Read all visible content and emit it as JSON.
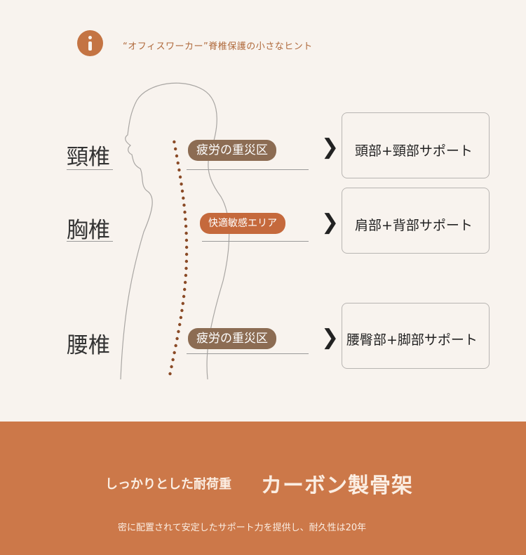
{
  "header": {
    "icon": "info-icon",
    "hint": "“オフィスワーカー”脊椎保護の小さなヒント"
  },
  "sections": [
    {
      "label": "頸椎",
      "zone": "疲労の重災区",
      "support": "頭部+頸部サポート"
    },
    {
      "label": "胸椎",
      "zone": "快適敏感エリア",
      "support": "肩部+背部サポート"
    },
    {
      "label": "腰椎",
      "zone": "疲労の重災区",
      "support": "腰臀部+脚部サポート"
    }
  ],
  "banner": {
    "lead": "しっかりとした耐荷重",
    "title": "カーボン製骨架",
    "subtitle": "密に配置されて安定したサポート力を提供し、耐久性は20年"
  },
  "colors": {
    "background": "#f8f3ee",
    "accent": "#cc7849",
    "zone_brown": "#8c6c53",
    "zone_orange": "#c5693c"
  }
}
